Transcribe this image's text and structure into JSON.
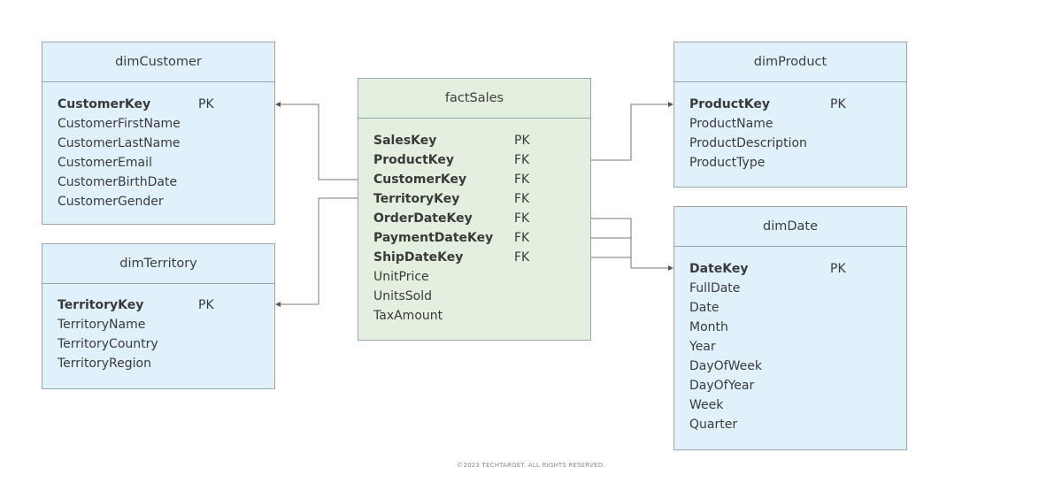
{
  "tables": {
    "dimCustomer": {
      "title": "dimCustomer",
      "columns": [
        {
          "name": "CustomerKey",
          "key": "PK",
          "bold": true
        },
        {
          "name": "CustomerFirstName",
          "key": "",
          "bold": false
        },
        {
          "name": "CustomerLastName",
          "key": "",
          "bold": false
        },
        {
          "name": "CustomerEmail",
          "key": "",
          "bold": false
        },
        {
          "name": "CustomerBirthDate",
          "key": "",
          "bold": false
        },
        {
          "name": "CustomerGender",
          "key": "",
          "bold": false
        }
      ]
    },
    "dimTerritory": {
      "title": "dimTerritory",
      "columns": [
        {
          "name": "TerritoryKey",
          "key": "PK",
          "bold": true
        },
        {
          "name": "TerritoryName",
          "key": "",
          "bold": false
        },
        {
          "name": "TerritoryCountry",
          "key": "",
          "bold": false
        },
        {
          "name": "TerritoryRegion",
          "key": "",
          "bold": false
        }
      ]
    },
    "factSales": {
      "title": "factSales",
      "columns": [
        {
          "name": "SalesKey",
          "key": "PK",
          "bold": true
        },
        {
          "name": "ProductKey",
          "key": "FK",
          "bold": true
        },
        {
          "name": "CustomerKey",
          "key": "FK",
          "bold": true
        },
        {
          "name": "TerritoryKey",
          "key": "FK",
          "bold": true
        },
        {
          "name": "OrderDateKey",
          "key": "FK",
          "bold": true
        },
        {
          "name": "PaymentDateKey",
          "key": "FK",
          "bold": true
        },
        {
          "name": "ShipDateKey",
          "key": "FK",
          "bold": true
        },
        {
          "name": "UnitPrice",
          "key": "",
          "bold": false
        },
        {
          "name": "UnitsSold",
          "key": "",
          "bold": false
        },
        {
          "name": "TaxAmount",
          "key": "",
          "bold": false
        }
      ]
    },
    "dimProduct": {
      "title": "dimProduct",
      "columns": [
        {
          "name": "ProductKey",
          "key": "PK",
          "bold": true
        },
        {
          "name": "ProductName",
          "key": "",
          "bold": false
        },
        {
          "name": "ProductDescription",
          "key": "",
          "bold": false
        },
        {
          "name": "ProductType",
          "key": "",
          "bold": false
        }
      ]
    },
    "dimDate": {
      "title": "dimDate",
      "columns": [
        {
          "name": "DateKey",
          "key": "PK",
          "bold": true
        },
        {
          "name": "FullDate",
          "key": "",
          "bold": false
        },
        {
          "name": "Date",
          "key": "",
          "bold": false
        },
        {
          "name": "Month",
          "key": "",
          "bold": false
        },
        {
          "name": "Year",
          "key": "",
          "bold": false
        },
        {
          "name": "DayOfWeek",
          "key": "",
          "bold": false
        },
        {
          "name": "DayOfYear",
          "key": "",
          "bold": false
        },
        {
          "name": "Week",
          "key": "",
          "bold": false
        },
        {
          "name": "Quarter",
          "key": "",
          "bold": false
        }
      ]
    }
  },
  "footer": "©2023 TECHTARGET. ALL RIGHTS RESERVED."
}
